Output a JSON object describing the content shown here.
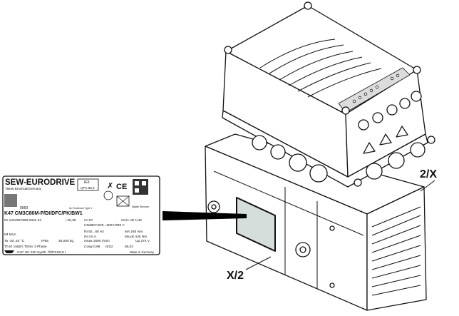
{
  "nameplate": {
    "brand": "SEW-EURODRIVE",
    "address": "76646 Bruchsal/Germany",
    "efficiency_class": "IE5",
    "efficiency_value": "ηP% 88,3",
    "ce_mark": "CE",
    "digital_services": "Digital Services",
    "serial_short": "0060",
    "ul_enclosure": "UL Enclosure Type 1",
    "type_designation": "K47 CM3C80M-P/DI/DFC/PK/BW1",
    "serial_number": "01.1234567890.0001.22",
    "ratio": "i 35,39",
    "na": "nA   57",
    "rpm_ratio": "r/min  nR 1:40",
    "voltage": "UN380Y/220...500Y/289 V",
    "freq": "fN  50...60 Hz",
    "ma": "MA     285 Nm",
    "mounting": "IM M1A",
    "current": "IN          3.6 A",
    "mapk": "Ma pk   435 Nm",
    "ambient": "Ta -20..40 °C",
    "ip": "IP65",
    "weight": "35,000 kg",
    "nmax": "nmax 2000 r/min",
    "up": "Up 274 V",
    "thermal": "Th.Kl 155(F) TENV 3 Phase",
    "cos": "Cosφ 0,99",
    "ies": "IES2",
    "ml": "ML03",
    "lubricant": "CLP HC 220 Synth. Öl/PSS0,8 l",
    "made_in": "Made in Germany"
  },
  "labels": {
    "right_label": "2/X",
    "front_label": "X/2"
  },
  "colors": {
    "line": "#111111",
    "display_fill": "#d6dedb",
    "led_strip": "#dcdcdc"
  }
}
